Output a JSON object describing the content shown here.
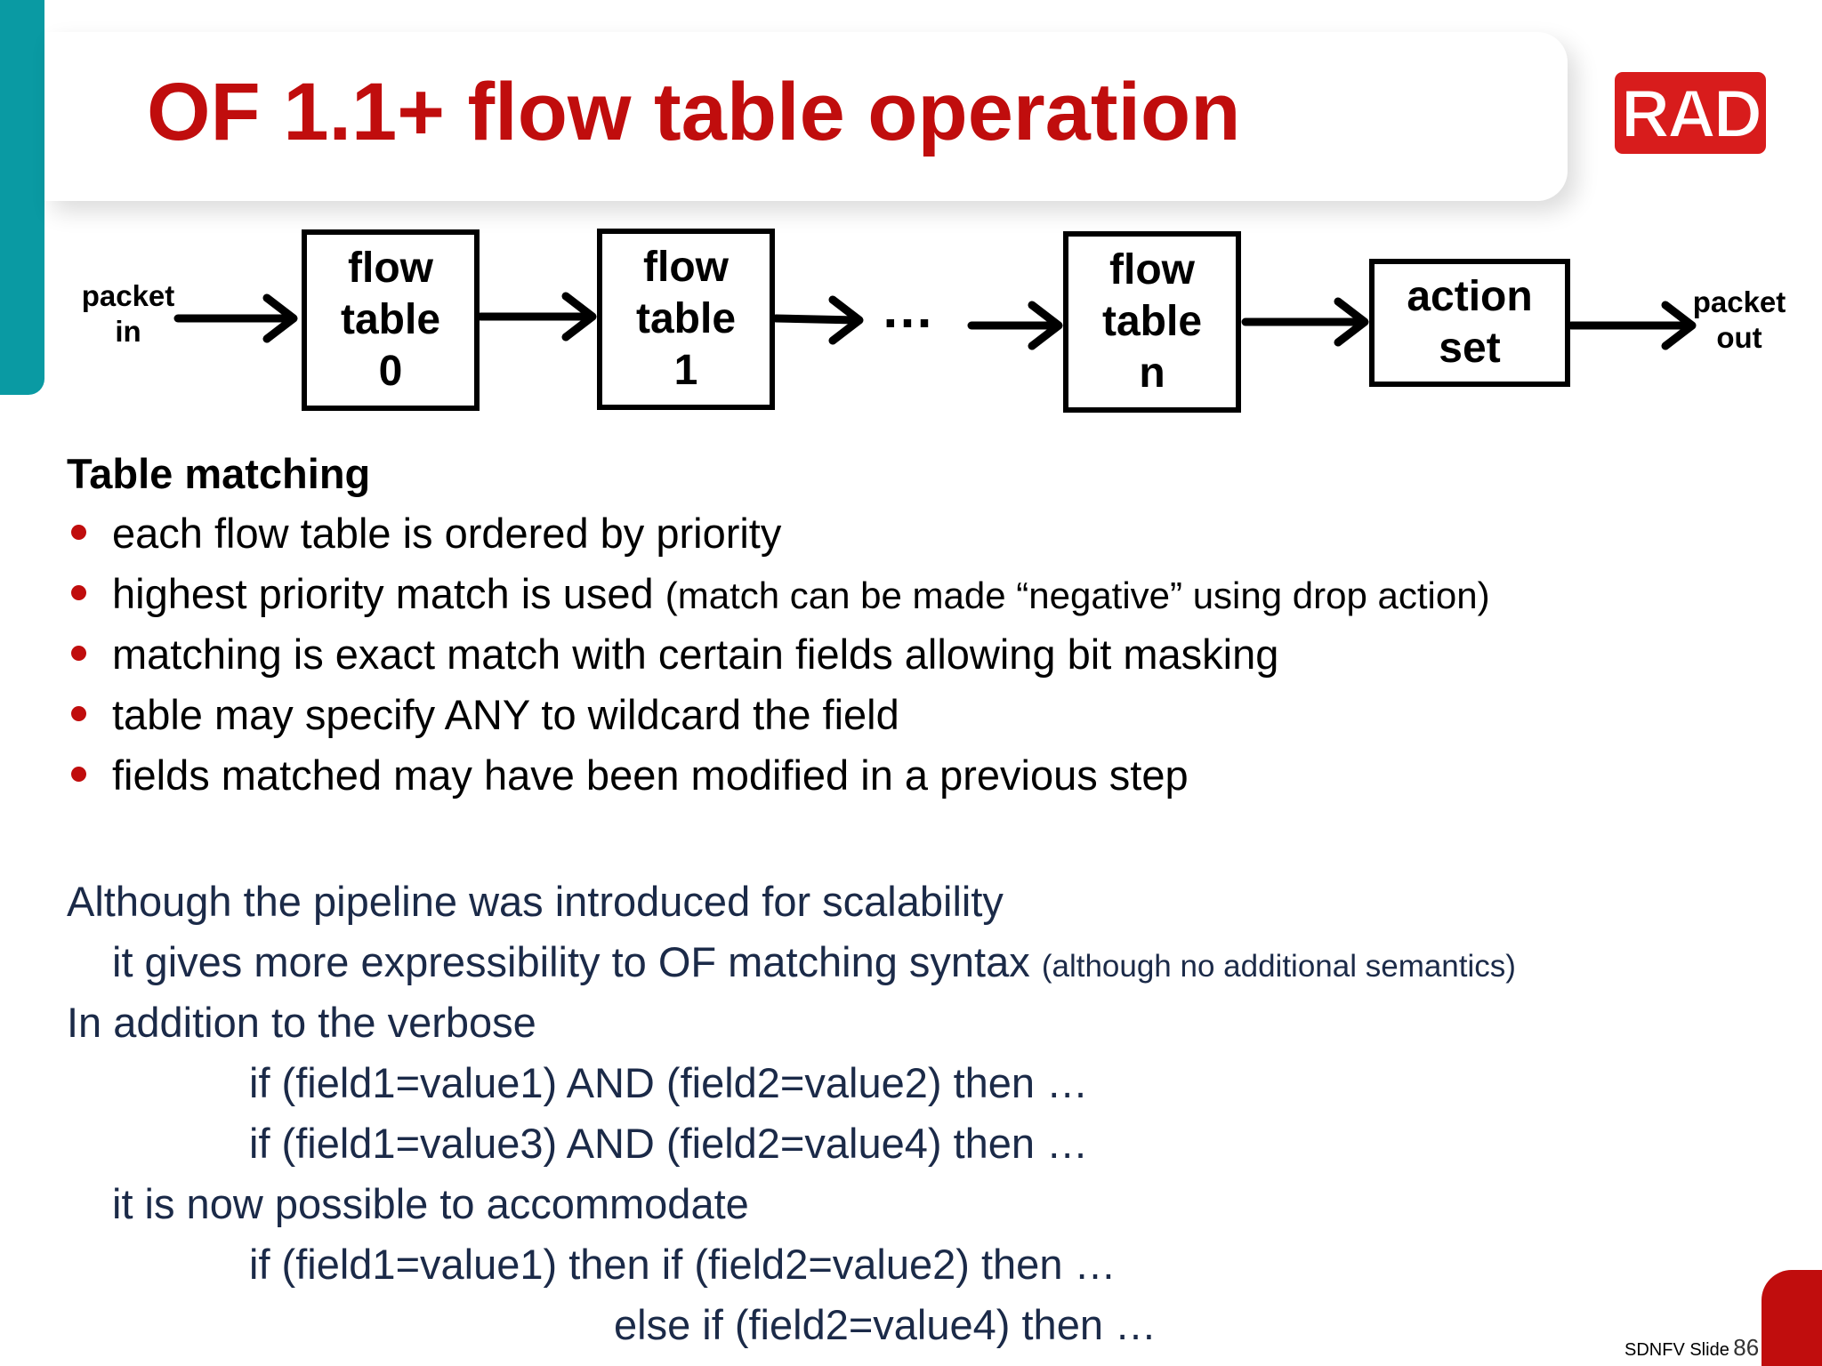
{
  "slide": {
    "title": "OF 1.1+ flow table operation",
    "logo_text": "RAD",
    "footer_label": "SDNFV Slide",
    "page_number": "86",
    "colors": {
      "title": "#c00d0d",
      "accent_teal": "#0a9aa3",
      "logo": "#d81c1c",
      "body_text": "#1b2a48"
    }
  },
  "diagram": {
    "input_label": "packet\nin",
    "output_label": "packet\nout",
    "ellipsis": "…",
    "boxes": [
      {
        "label": "flow\ntable\n0"
      },
      {
        "label": "flow\ntable\n1"
      },
      {
        "label": "flow\ntable\nn"
      },
      {
        "label": "action\nset"
      }
    ]
  },
  "table_matching": {
    "heading": "Table matching",
    "bullets": [
      {
        "text": "each flow table is ordered by priority",
        "note": ""
      },
      {
        "text": "highest priority match is used",
        "note": "(match can be made “negative” using drop action)"
      },
      {
        "text": "matching is exact match with certain fields allowing bit masking",
        "note": ""
      },
      {
        "text": "table may specify ANY to wildcard the field",
        "note": ""
      },
      {
        "text": "fields matched may have been modified in a previous step",
        "note": ""
      }
    ]
  },
  "pipeline_text": {
    "line1": "Although the pipeline was introduced for scalability",
    "line2": "it gives more expressibility to OF matching syntax",
    "line2_note": "(although no additional semantics)",
    "line3": "In addition to the verbose",
    "code1": "if (field1=value1) AND (field2=value2) then …",
    "code2": "if (field1=value3) AND (field2=value4) then …",
    "line4": "it is now possible to accommodate",
    "code3": "if (field1=value1) then if (field2=value2)  then …",
    "code4": "else  if (field2=value4)  then …"
  }
}
